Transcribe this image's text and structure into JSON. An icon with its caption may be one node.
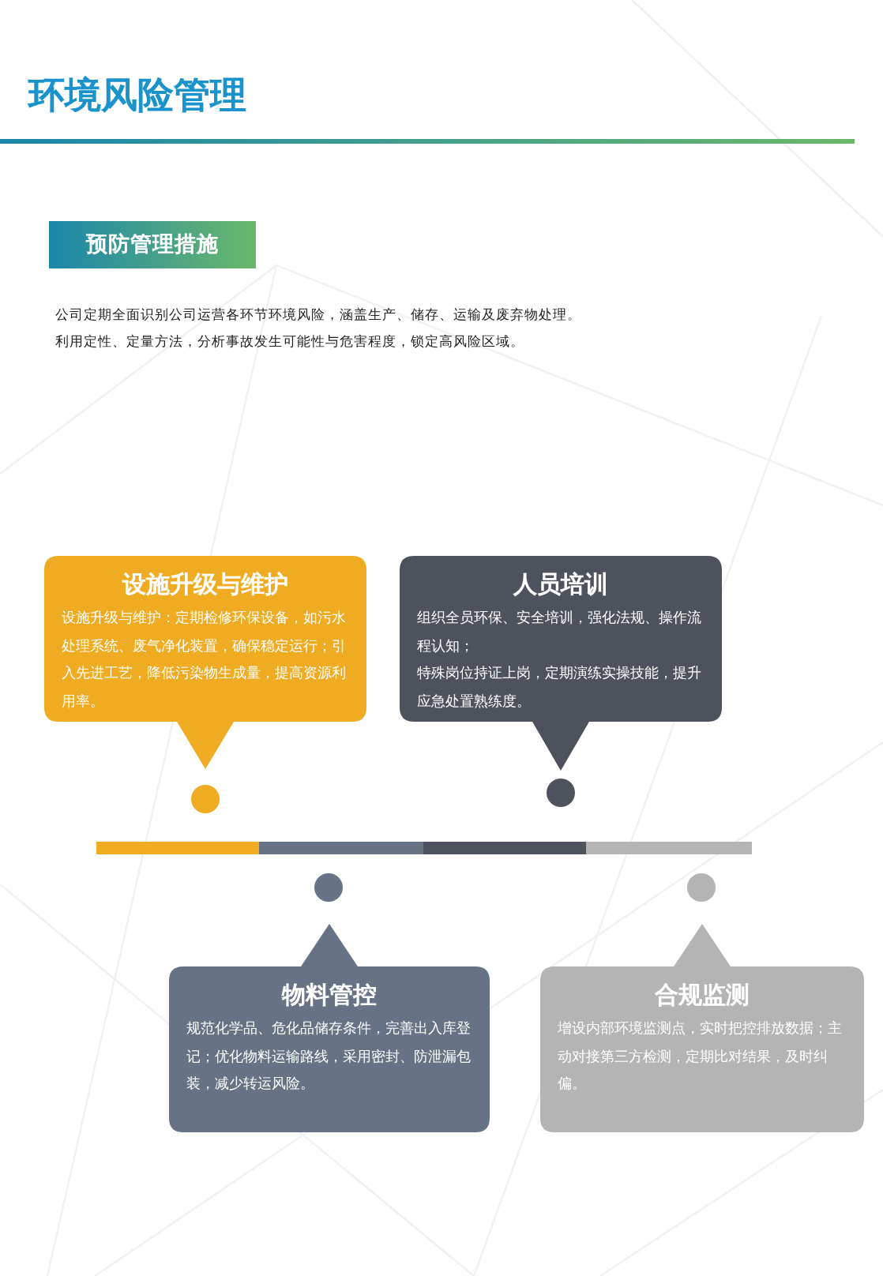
{
  "diagram": {
    "title": "环境风险管理",
    "nodes": [
      {
        "text": [
          "预防管理措施"
        ]
      },
      {
        "text": [
          "设施升级与维护",
          "设施升级与维护：定期检修环保设备，如污水处理系统、废气净化装置，确保稳定运行；引入先进工艺，降低污染物生成量，提高资源利用率。"
        ]
      },
      {
        "text": [
          "人员培训",
          "组织全员环保、安全培训，强化法规、操作流程认知；",
          "特殊岗位持证上岗，定期演练实操技能，提升应急处置熟练度。"
        ]
      },
      {
        "text": [
          "物料管控",
          "规范化学品、危化品储存条件，完善出入库登记；优化物料运输路线，采用密封、防泄漏包装，减少转运风险。"
        ]
      },
      {
        "text": [
          "合规监测",
          "增设内部环境监测点，实时把控排放数据；主动对接第三方检测，定期比对结果，及时纠偏。"
        ]
      }
    ],
    "labels": [
      "公司定期全面识别公司运营各环节环境风险，涵盖生产、储存、运输及废弃物处理。",
      "利用定性、定量方法，分析事故发生可能性与危害程度，锁定高风险区域。"
    ]
  }
}
